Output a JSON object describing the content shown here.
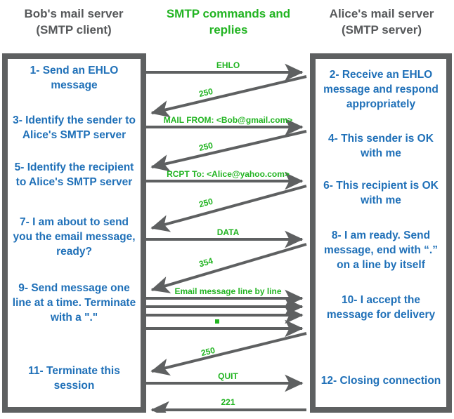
{
  "headers": {
    "left_line1": "Bob's mail server",
    "left_line2": "(SMTP client)",
    "middle_line1": "SMTP commands and",
    "middle_line2": "replies",
    "right_line1": "Alice's mail server",
    "right_line2": "(SMTP server)"
  },
  "colors": {
    "step_text": "#1f70b8",
    "protocol_text": "#22b422",
    "border": "#5e6061",
    "arrow": "#5e6061",
    "header_text": "#56585a",
    "background": "#ffffff"
  },
  "client_steps": [
    {
      "id": "step-1",
      "text": "1- Send an EHLO message"
    },
    {
      "id": "step-3",
      "text": "3- Identify the sender to Alice's SMTP server"
    },
    {
      "id": "step-5",
      "text": "5- Identify the recipient to Alice's SMTP server"
    },
    {
      "id": "step-7",
      "text": "7- I am about to send you the email message, ready?"
    },
    {
      "id": "step-9",
      "text": "9- Send message one line at a time. Terminate with a \".\""
    },
    {
      "id": "step-11",
      "text": "11- Terminate this session"
    }
  ],
  "server_steps": [
    {
      "id": "step-2",
      "text": "2- Receive an EHLO message and respond appropriately"
    },
    {
      "id": "step-4",
      "text": "4- This sender is OK with me"
    },
    {
      "id": "step-6",
      "text": "6- This recipient is OK with me"
    },
    {
      "id": "step-8",
      "text": "8-  I am ready. Send message, end with “.” on a line by itself"
    },
    {
      "id": "step-10",
      "text": "10-  I accept the message for delivery"
    },
    {
      "id": "step-12",
      "text": "12-  Closing connection"
    }
  ],
  "messages": [
    {
      "id": "msg-ehlo",
      "label": "EHLO",
      "direction": "client-to-server",
      "kind": "command"
    },
    {
      "id": "reply-250-a",
      "label": "250",
      "direction": "server-to-client",
      "kind": "reply"
    },
    {
      "id": "msg-mail-from",
      "label": "MAIL FROM: <Bob@gmail.com>",
      "direction": "client-to-server",
      "kind": "command"
    },
    {
      "id": "reply-250-b",
      "label": "250",
      "direction": "server-to-client",
      "kind": "reply"
    },
    {
      "id": "msg-rcpt-to",
      "label": "RCPT To: <Alice@yahoo.com>",
      "direction": "client-to-server",
      "kind": "command"
    },
    {
      "id": "reply-250-c",
      "label": "250",
      "direction": "server-to-client",
      "kind": "reply"
    },
    {
      "id": "msg-data",
      "label": "DATA",
      "direction": "client-to-server",
      "kind": "command"
    },
    {
      "id": "reply-354",
      "label": "354",
      "direction": "server-to-client",
      "kind": "reply"
    },
    {
      "id": "msg-body-1",
      "label": "Email message line by line",
      "direction": "client-to-server",
      "kind": "command"
    },
    {
      "id": "msg-body-2",
      "label": "",
      "direction": "client-to-server",
      "kind": "command"
    },
    {
      "id": "msg-body-3",
      "label": "",
      "direction": "client-to-server",
      "kind": "command"
    },
    {
      "id": "msg-body-dot",
      "label": ".",
      "direction": "client-to-server",
      "kind": "terminator"
    },
    {
      "id": "reply-250-d",
      "label": "250",
      "direction": "server-to-client",
      "kind": "reply"
    },
    {
      "id": "msg-quit",
      "label": "QUIT",
      "direction": "client-to-server",
      "kind": "command"
    },
    {
      "id": "reply-221",
      "label": "221",
      "direction": "server-to-client",
      "kind": "reply"
    }
  ]
}
